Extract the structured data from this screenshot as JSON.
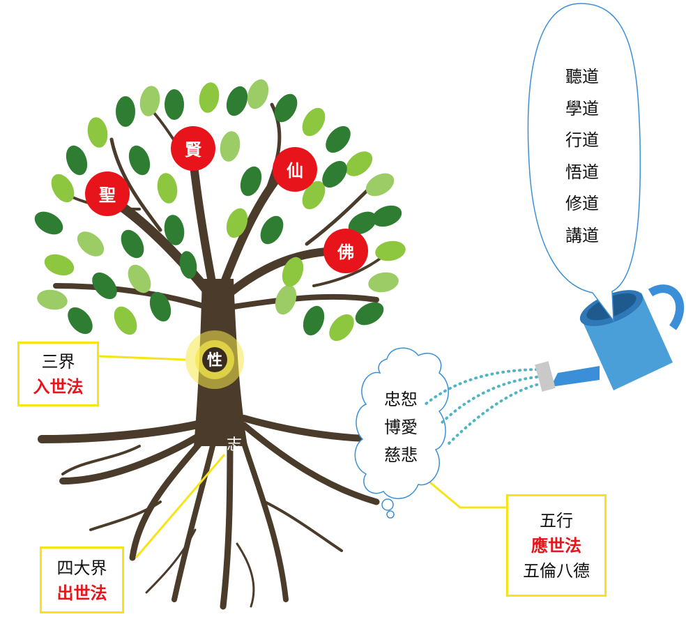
{
  "fruits": [
    {
      "id": "sheng",
      "label": "聖"
    },
    {
      "id": "xian",
      "label": "賢"
    },
    {
      "id": "xian2",
      "label": "仙"
    },
    {
      "id": "fo",
      "label": "佛"
    }
  ],
  "trunk_label": "性",
  "root_label": "志",
  "box_sanjie": {
    "line1": "三界",
    "line2": "入世法"
  },
  "box_sida": {
    "line1": "四大界",
    "line2": "出世法"
  },
  "box_wuxing": {
    "line1": "五行",
    "line2": "應世法",
    "line3": "五倫八德"
  },
  "cloud": {
    "items": [
      "忠恕",
      "博愛",
      "慈悲"
    ]
  },
  "bubble": {
    "items": [
      "聽道",
      "學道",
      "行道",
      "悟道",
      "修道",
      "講道"
    ]
  },
  "colors": {
    "fruit": "#e8141b",
    "box_border": "#f7e414",
    "trunk": "#4a3b2a",
    "leaf_light": "#8dc63f",
    "leaf_dark": "#2e7d32",
    "can": "#4a9fd8"
  }
}
